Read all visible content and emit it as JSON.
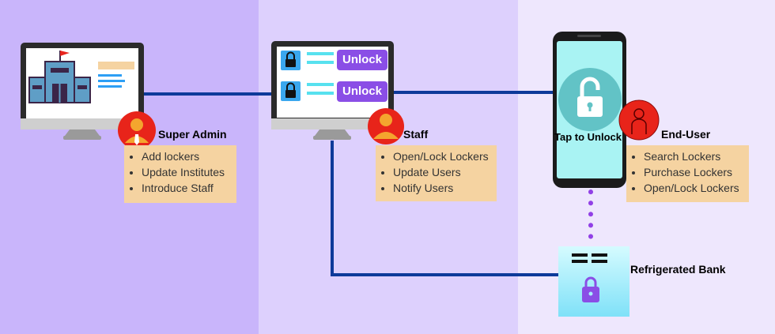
{
  "actors": {
    "super_admin": {
      "title": "Super Admin",
      "items": [
        "Add lockers",
        "Update Institutes",
        "Introduce Staff"
      ]
    },
    "staff": {
      "title": "Staff",
      "items": [
        "Open/Lock Lockers",
        "Update Users",
        "Notify Users"
      ]
    },
    "end_user": {
      "title": "End-User",
      "items": [
        "Search Lockers",
        "Purchase Lockers",
        "Open/Lock Lockers"
      ]
    }
  },
  "staff_screen": {
    "button1": "Unlock",
    "button2": "Unlock"
  },
  "phone": {
    "label": "Tap to Unlock"
  },
  "bank": {
    "title": "Refrigerated Bank"
  },
  "colors": {
    "lane1": "#c9b5fb",
    "lane2": "#ddd0fd",
    "lane3": "#eee7fd",
    "connector": "#0d3a9a",
    "card": "#f5d3a1",
    "accent_purple": "#8a4ee6",
    "avatar_red": "#e8241a",
    "phone_screen": "#a9f3f3",
    "bank_cyan": "#a8eefc"
  },
  "icons": [
    "monitor-icon",
    "building-icon",
    "lock-icon",
    "user-avatar-icon",
    "smartphone-icon",
    "open-padlock-icon",
    "padlock-icon"
  ]
}
